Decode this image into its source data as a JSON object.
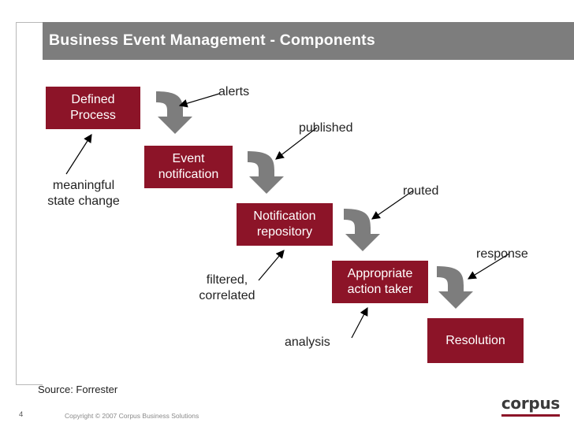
{
  "slide": {
    "title": "Business Event Management - Components",
    "source": "Source: Forrester",
    "page_number": "4",
    "copyright": "Copyright © 2007 Corpus Business Solutions",
    "logo_name": "corpus",
    "colors": {
      "box_fill": "#8c1428",
      "title_bar": "#7d7d7d",
      "arrow_grey": "#7d7d7d",
      "accent": "#8c1428"
    }
  },
  "boxes": [
    {
      "id": "defined-process",
      "label": "Defined\nProcess"
    },
    {
      "id": "event-notification",
      "label": "Event\nnotification"
    },
    {
      "id": "notification-repository",
      "label": "Notification\nrepository"
    },
    {
      "id": "appropriate-action-taker",
      "label": "Appropriate\naction taker"
    },
    {
      "id": "resolution",
      "label": "Resolution"
    }
  ],
  "labels": [
    {
      "id": "alerts",
      "text": "alerts"
    },
    {
      "id": "published",
      "text": "published"
    },
    {
      "id": "routed",
      "text": "routed"
    },
    {
      "id": "response",
      "text": "response"
    },
    {
      "id": "meaningful-state-change",
      "text": "meaningful\nstate change"
    },
    {
      "id": "filtered-correlated",
      "text": "filtered,\ncorrelated"
    },
    {
      "id": "analysis",
      "text": "analysis"
    }
  ]
}
